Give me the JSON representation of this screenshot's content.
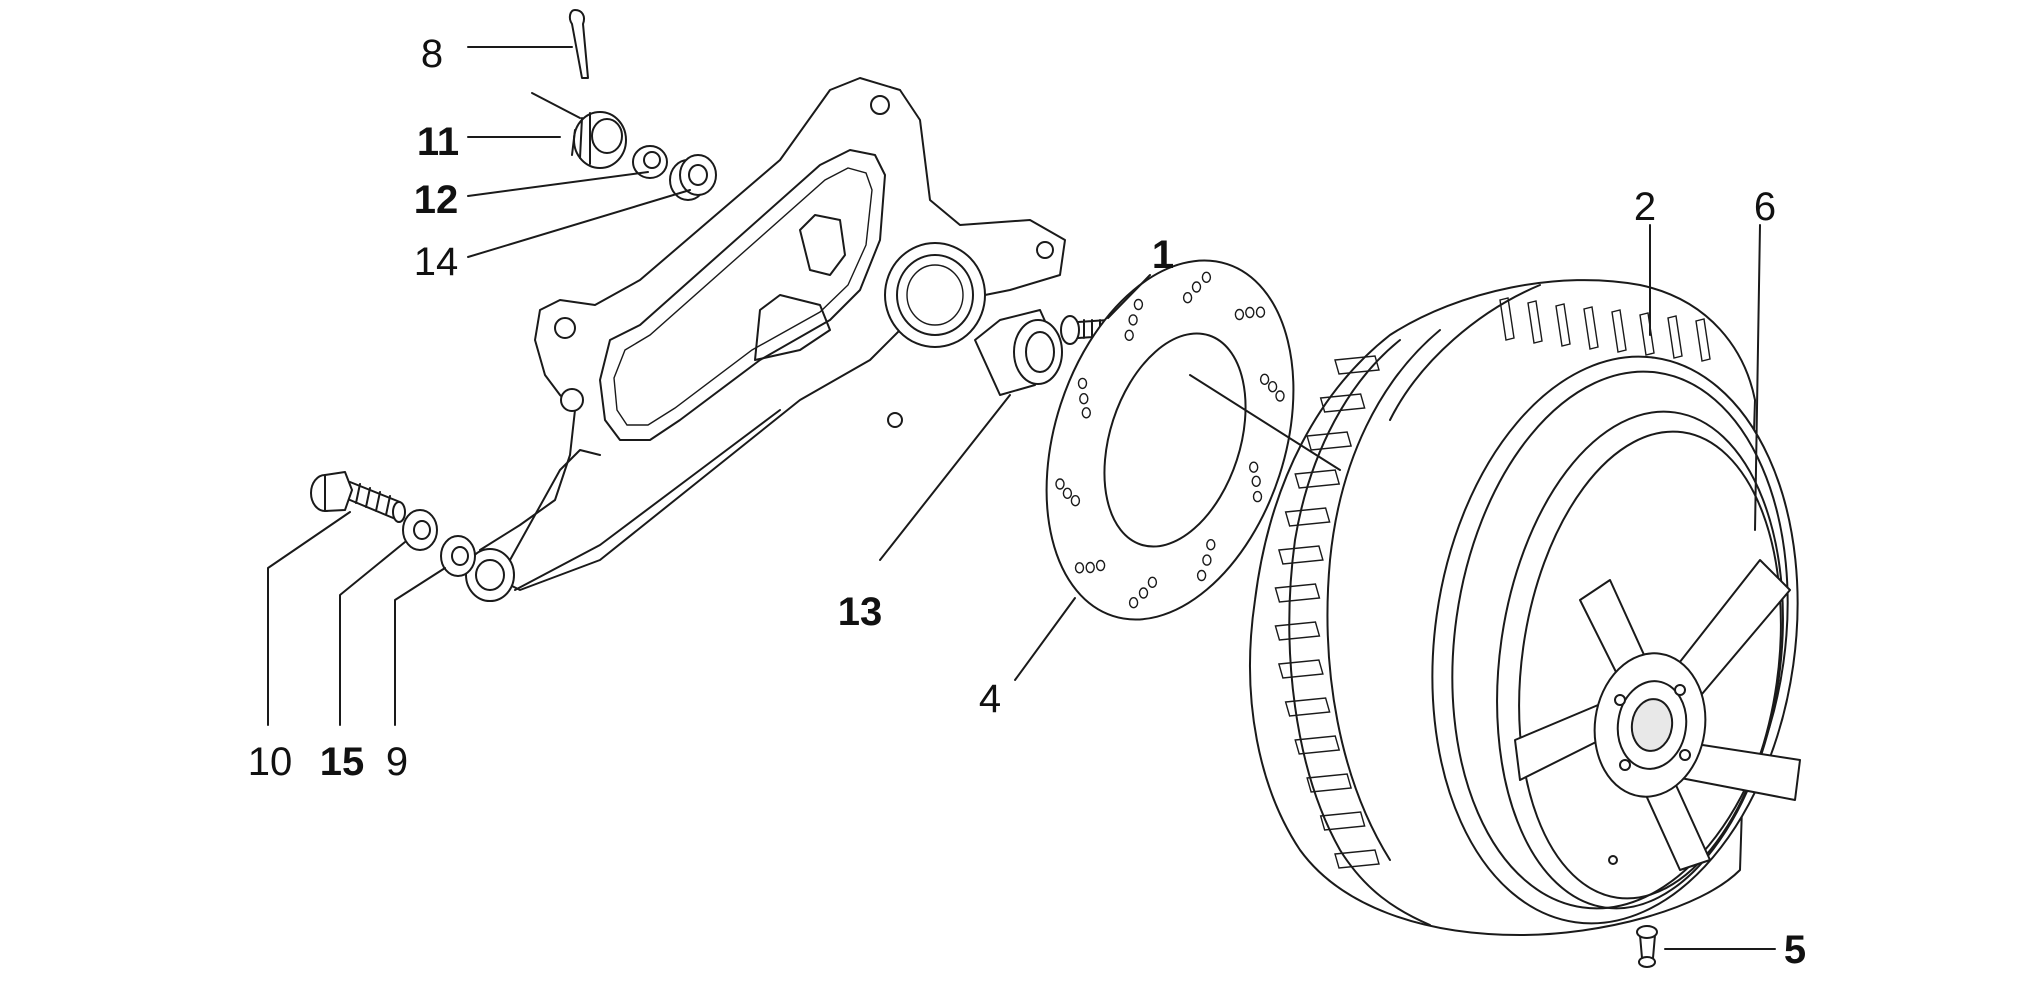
{
  "callouts": [
    {
      "id": "1",
      "label": "1",
      "bold": true
    },
    {
      "id": "2",
      "label": "2",
      "bold": false
    },
    {
      "id": "4",
      "label": "4",
      "bold": false
    },
    {
      "id": "5",
      "label": "5",
      "bold": true
    },
    {
      "id": "6",
      "label": "6",
      "bold": false
    },
    {
      "id": "8",
      "label": "8",
      "bold": false
    },
    {
      "id": "9",
      "label": "9",
      "bold": false
    },
    {
      "id": "10",
      "label": "10",
      "bold": false
    },
    {
      "id": "11",
      "label": "11",
      "bold": true
    },
    {
      "id": "12",
      "label": "12",
      "bold": true
    },
    {
      "id": "13",
      "label": "13",
      "bold": true
    },
    {
      "id": "14",
      "label": "14",
      "bold": false
    },
    {
      "id": "15",
      "label": "15",
      "bold": true
    }
  ],
  "colors": {
    "ink": "#1a1a1a",
    "paper": "#ffffff"
  }
}
